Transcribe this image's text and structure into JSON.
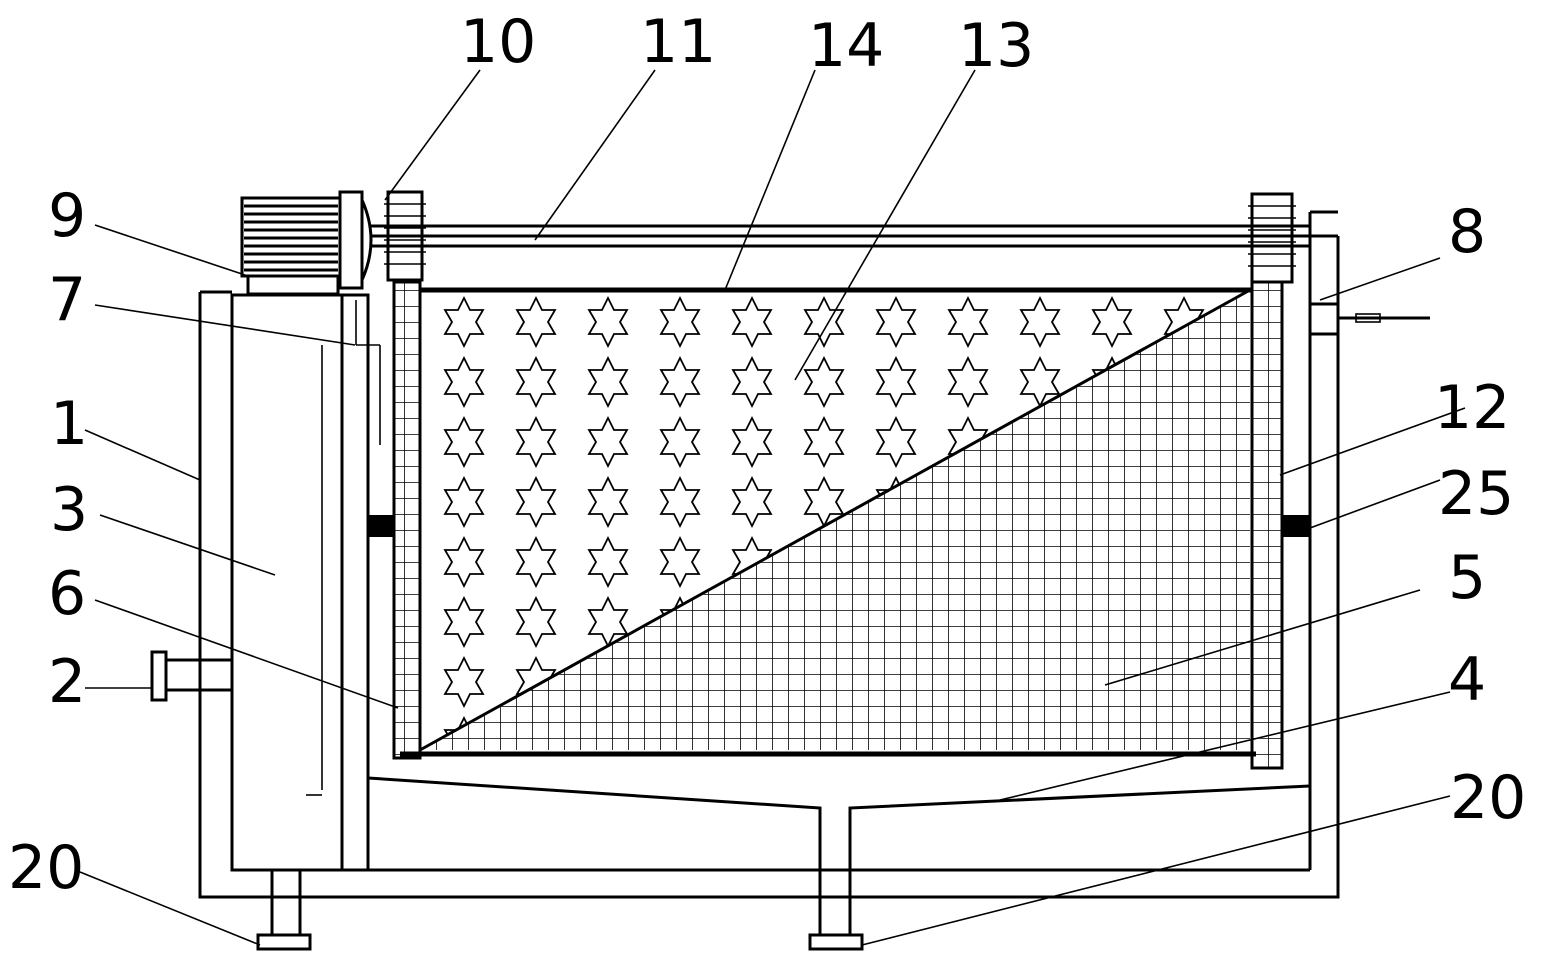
{
  "labels": {
    "l10": "10",
    "l11": "11",
    "l14": "14",
    "l13": "13",
    "l9": "9",
    "l8": "8",
    "l7": "7",
    "l1": "1",
    "l12": "12",
    "l3": "3",
    "l25": "25",
    "l6": "6",
    "l5": "5",
    "l2": "2",
    "l4": "4",
    "l20a": "20",
    "l20b": "20"
  },
  "colors": {
    "line": "#000000",
    "background": "#ffffff"
  }
}
